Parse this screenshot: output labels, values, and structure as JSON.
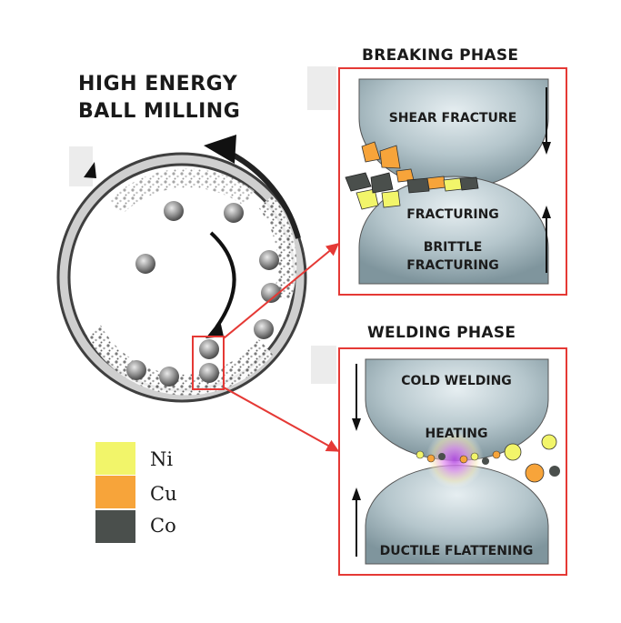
{
  "title": {
    "line1": "HIGH ENERGY",
    "line2": "BALL MILLING"
  },
  "breaking_phase": {
    "title": "BREAKING PHASE",
    "top_ball_label": "SHEAR FRACTURE",
    "middle_label": "FRACTURING",
    "bottom_ball_label_1": "BRITTLE",
    "bottom_ball_label_2": "FRACTURING"
  },
  "welding_phase": {
    "title": "WELDING PHASE",
    "top_ball_label": "COLD WELDING",
    "middle_label": "HEATING",
    "bottom_ball_label": "DUCTILE FLATTENING"
  },
  "legend": [
    {
      "label": "Ni",
      "color": "#f2f56a"
    },
    {
      "label": "Cu",
      "color": "#f7a43a"
    },
    {
      "label": "Co",
      "color": "#4a4f4c"
    }
  ],
  "colors": {
    "frame": "#e53935",
    "ball": "#a9bcc3",
    "drum": "#555555"
  }
}
